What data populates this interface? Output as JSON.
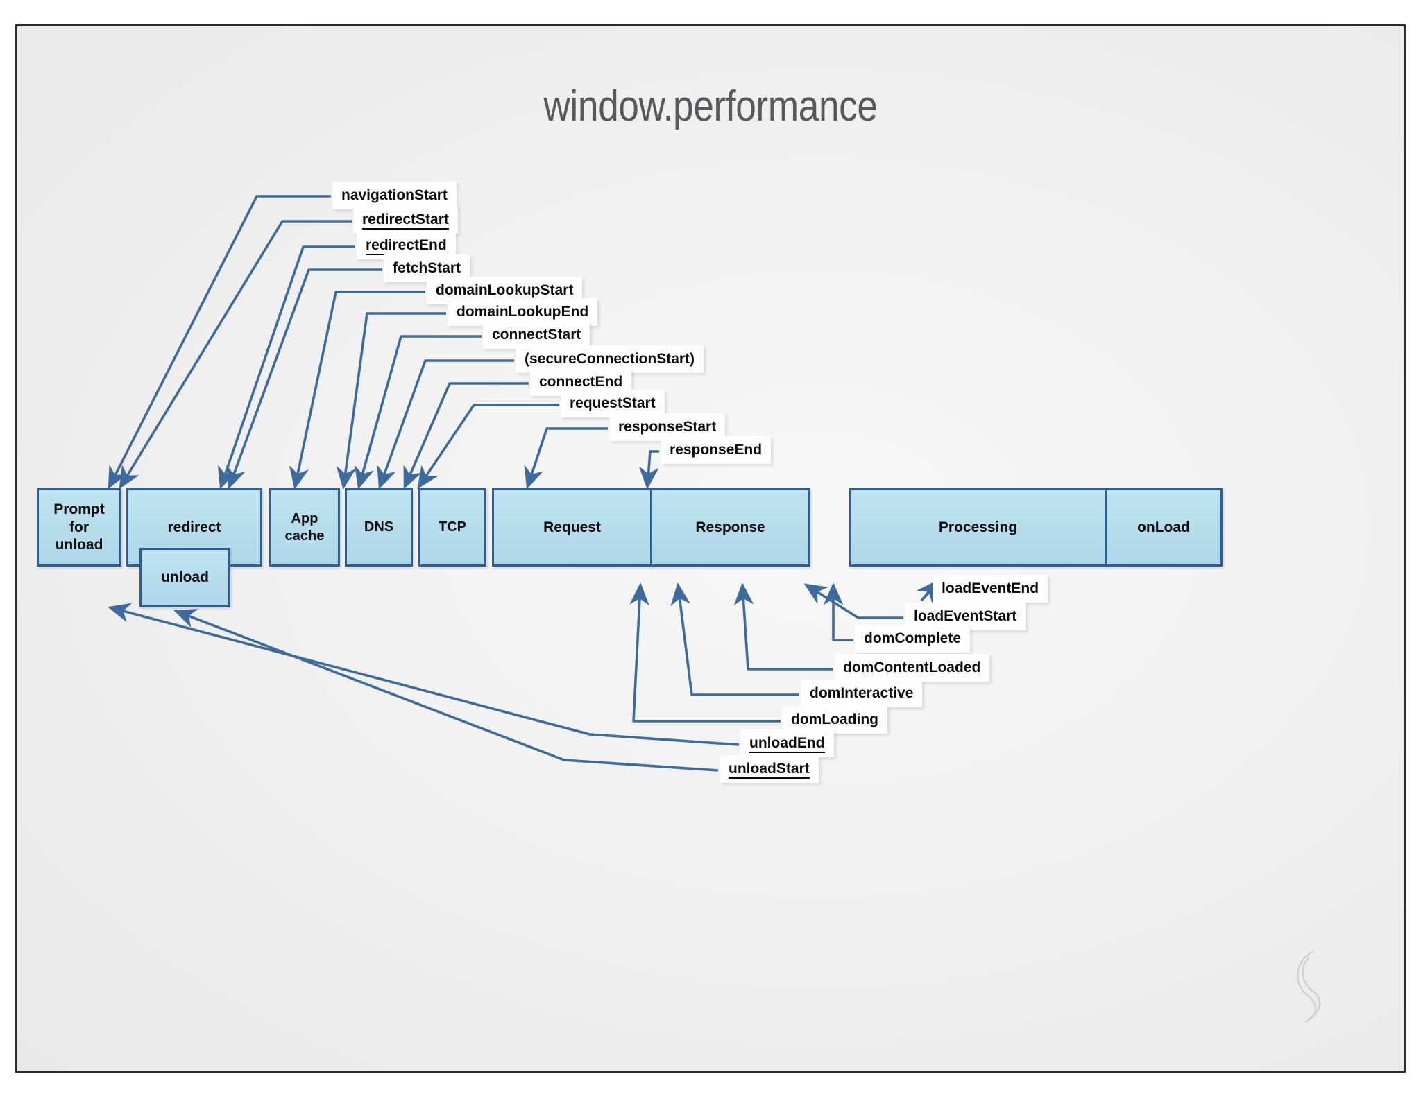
{
  "slide": {
    "title": "window.performance",
    "accent_box_fill": "#b6dcec",
    "accent_box_stroke": "#2e5f93",
    "connector_color": "#3d6b9e",
    "title_color": "#58595b",
    "background": "#f1f1f1"
  },
  "timeline": {
    "phases": [
      {
        "id": "prompt-for-unload",
        "label": "Prompt\nfor\nunload"
      },
      {
        "id": "redirect",
        "label": "redirect"
      },
      {
        "id": "unload",
        "label": "unload"
      },
      {
        "id": "app-cache",
        "label": "App\ncache"
      },
      {
        "id": "dns",
        "label": "DNS"
      },
      {
        "id": "tcp",
        "label": "TCP"
      },
      {
        "id": "request",
        "label": "Request"
      },
      {
        "id": "response",
        "label": "Response"
      },
      {
        "id": "processing",
        "label": "Processing"
      },
      {
        "id": "onload",
        "label": "onLoad"
      }
    ]
  },
  "top_labels": [
    {
      "id": "navigationStart",
      "text": "navigationStart",
      "underline": false
    },
    {
      "id": "redirectStart",
      "text": "redirectStart",
      "underline": true
    },
    {
      "id": "redirectEnd",
      "text": "redirectEnd",
      "underline": true
    },
    {
      "id": "fetchStart",
      "text": "fetchStart",
      "underline": false
    },
    {
      "id": "domainLookupStart",
      "text": "domainLookupStart",
      "underline": false
    },
    {
      "id": "domainLookupEnd",
      "text": "domainLookupEnd",
      "underline": false
    },
    {
      "id": "connectStart",
      "text": "connectStart",
      "underline": false
    },
    {
      "id": "secureConnectionStart",
      "text": "(secureConnectionStart)",
      "underline": false
    },
    {
      "id": "connectEnd",
      "text": "connectEnd",
      "underline": false
    },
    {
      "id": "requestStart",
      "text": "requestStart",
      "underline": false
    },
    {
      "id": "responseStart",
      "text": "responseStart",
      "underline": false
    },
    {
      "id": "responseEnd",
      "text": "responseEnd",
      "underline": false
    }
  ],
  "bottom_labels": [
    {
      "id": "loadEventEnd",
      "text": "loadEventEnd",
      "underline": false
    },
    {
      "id": "loadEventStart",
      "text": "loadEventStart",
      "underline": false
    },
    {
      "id": "domComplete",
      "text": "domComplete",
      "underline": false
    },
    {
      "id": "domContentLoaded",
      "text": "domContentLoaded",
      "underline": false
    },
    {
      "id": "domInteractive",
      "text": "domInteractive",
      "underline": false
    },
    {
      "id": "domLoading",
      "text": "domLoading",
      "underline": false
    },
    {
      "id": "unloadEnd",
      "text": "unloadEnd",
      "underline": true
    },
    {
      "id": "unloadStart",
      "text": "unloadStart",
      "underline": true
    }
  ]
}
